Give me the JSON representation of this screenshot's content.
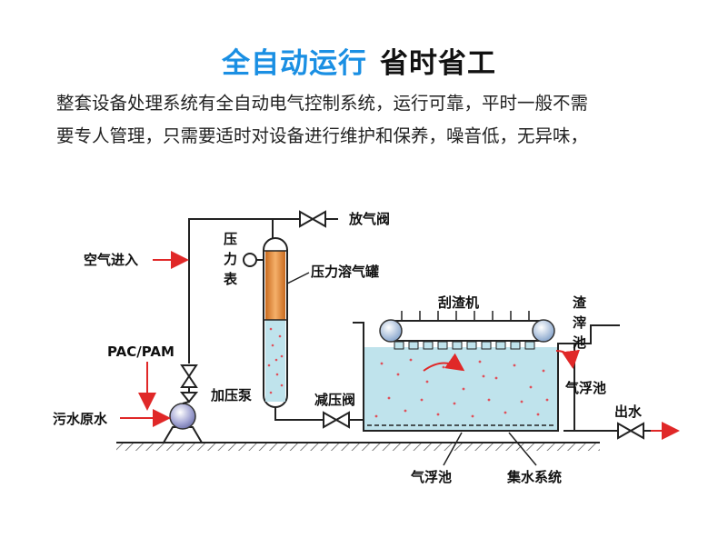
{
  "header": {
    "title_blue": "全自动运行",
    "title_dark": "省时省工"
  },
  "description": {
    "line1": "整套设备处理系统有全自动电气控制系统，运行可靠，平时一般不需",
    "line2": "要专人管理，只需要适时对设备进行维护和保养，噪音低，无异味，"
  },
  "diagram": {
    "labels": {
      "vent_valve": "放气阀",
      "pressure_gauge_1": "压",
      "pressure_gauge_2": "力",
      "pressure_gauge_3": "表",
      "air_inlet": "空气进入",
      "dissolved_air_tank": "压力溶气罐",
      "scraper": "刮渣机",
      "scum_tank_1": "渣",
      "scum_tank_2": "滓",
      "scum_tank_3": "池",
      "pac_pam": "PAC/PAM",
      "flotation_tank_right": "气浮池",
      "booster_pump": "加压泵",
      "relief_valve": "减压阀",
      "raw_sewage": "污水原水",
      "outlet": "出水",
      "flotation_tank_bottom": "气浮池",
      "water_collection": "集水系统"
    },
    "colors": {
      "water": "#bfe3ec",
      "tank_orange": "#e8913c",
      "arrow_red": "#e02828",
      "pipe": "#222222"
    }
  }
}
